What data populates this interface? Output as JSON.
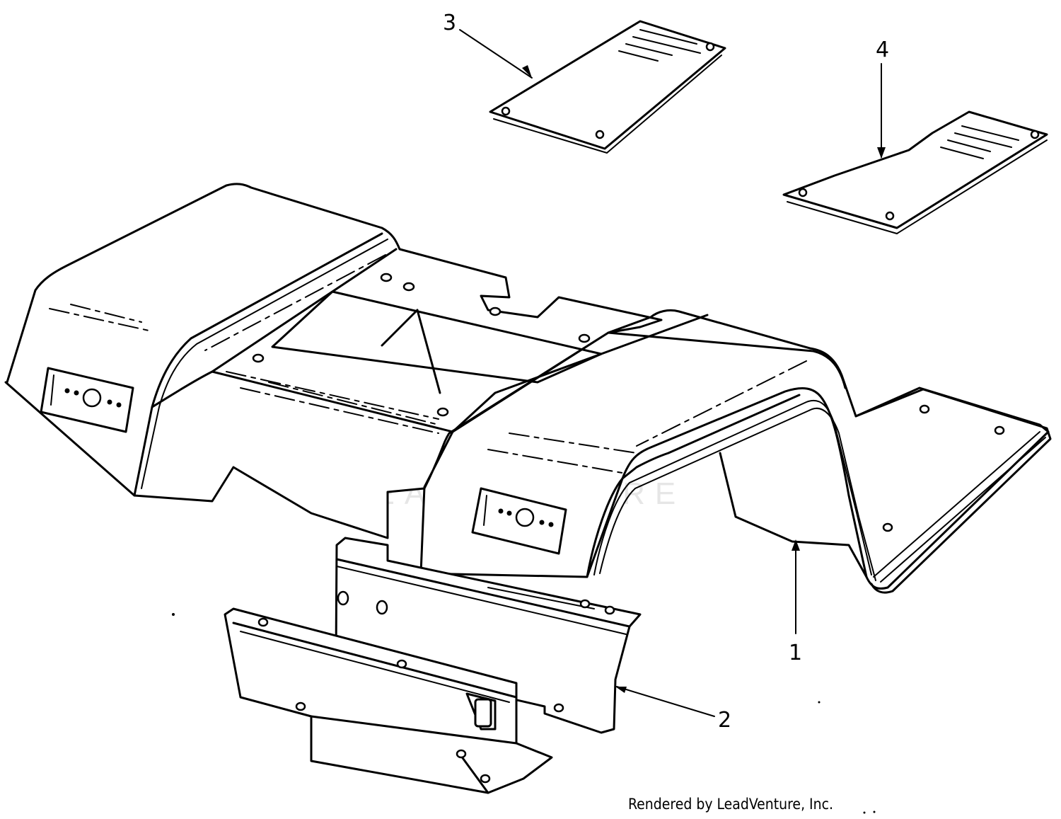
{
  "callouts": [
    {
      "id": "1",
      "label": "1"
    },
    {
      "id": "2",
      "label": "2"
    },
    {
      "id": "3",
      "label": "3"
    },
    {
      "id": "4",
      "label": "4"
    }
  ],
  "watermark": "LEADVENTURE",
  "credit": "Rendered by LeadVenture, Inc."
}
